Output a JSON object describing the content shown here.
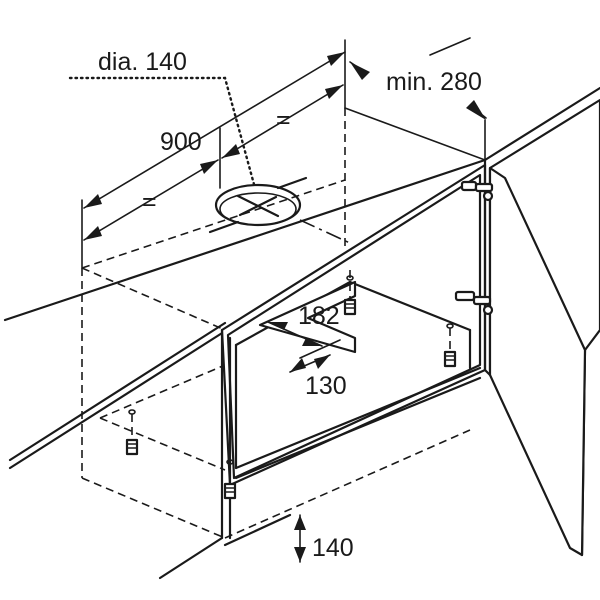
{
  "labels": {
    "duct_diameter": "dia. 140",
    "min_clearance": "min. 280",
    "cabinet_width": "900",
    "equal_left": "=",
    "equal_right": "=",
    "cutout_depth": "182",
    "cutout_width": "130",
    "bottom_height": "140"
  }
}
